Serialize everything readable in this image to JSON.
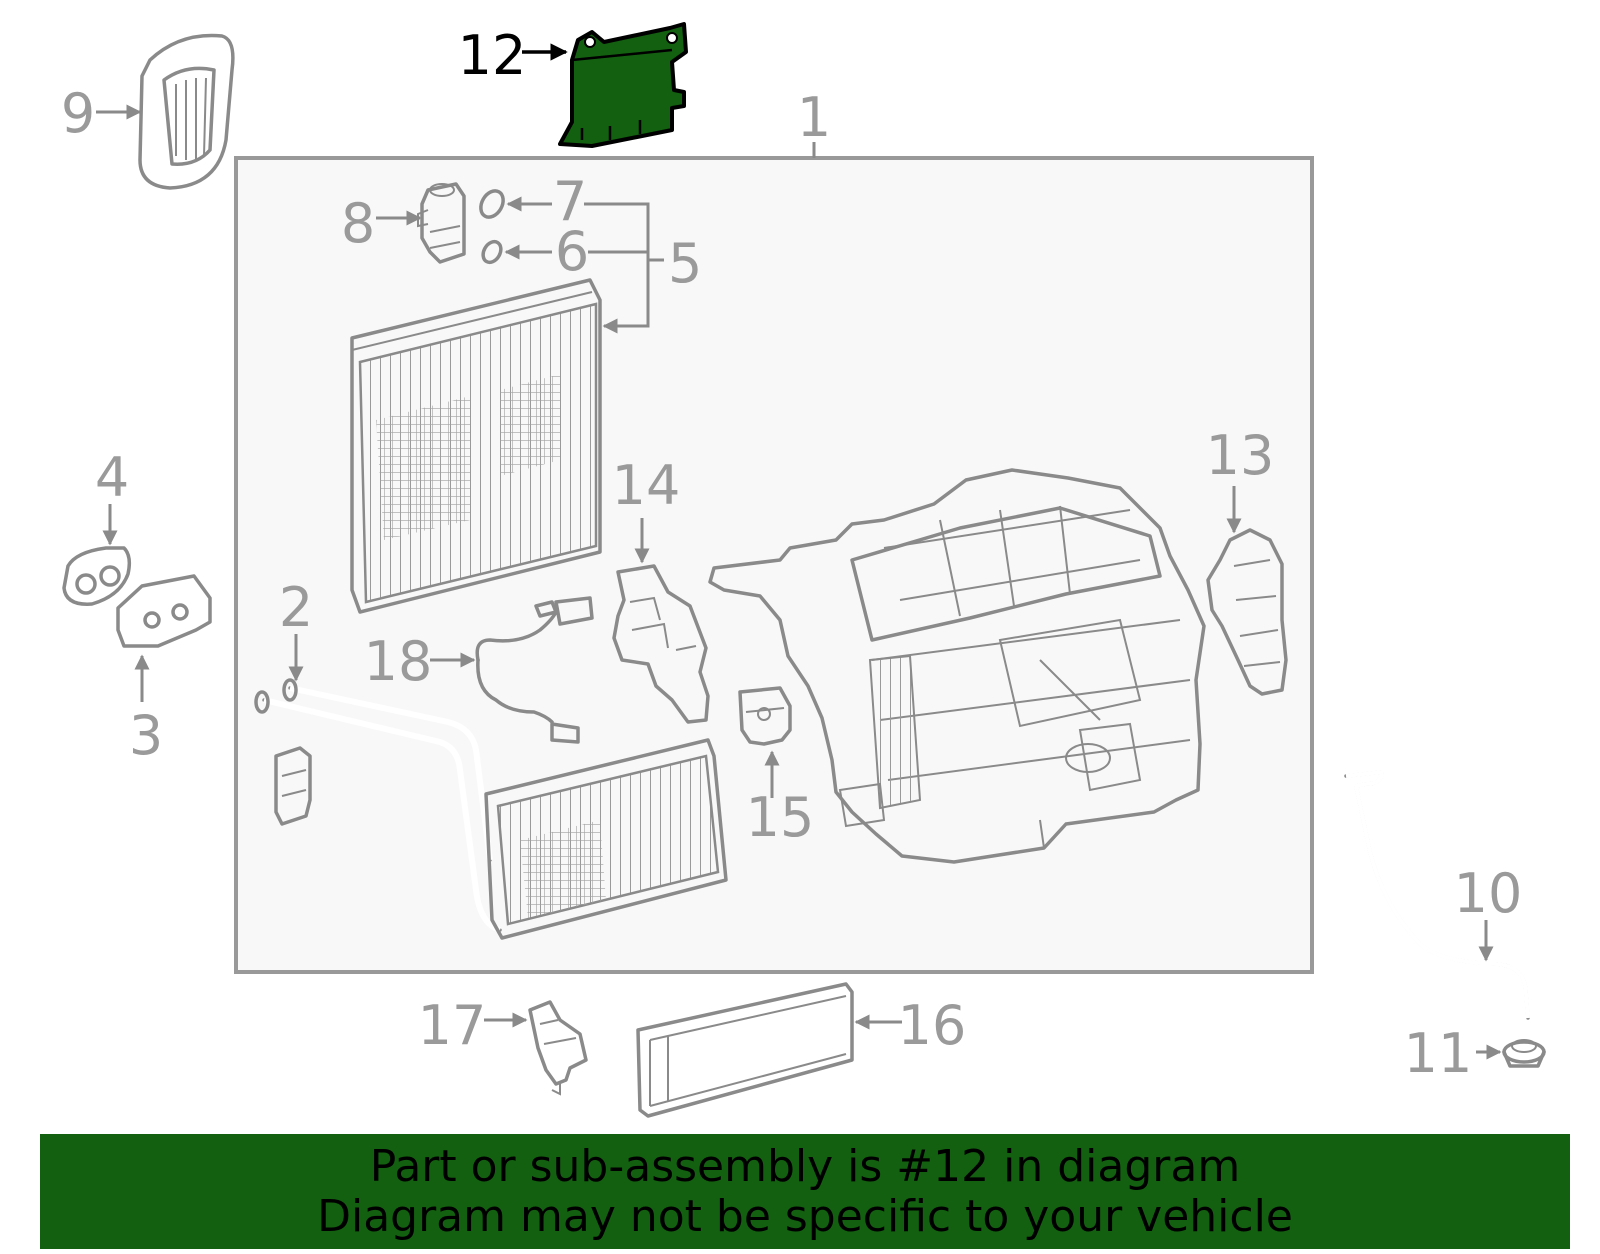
{
  "diagram": {
    "highlight_color": "#136010",
    "line_color": "#8a8a8a",
    "highlighted_part": "12",
    "callouts": [
      "1",
      "2",
      "3",
      "4",
      "5",
      "6",
      "7",
      "8",
      "9",
      "10",
      "11",
      "12",
      "13",
      "14",
      "15",
      "16",
      "17",
      "18"
    ]
  },
  "banner": {
    "line1": "Part or sub-assembly is #12 in diagram",
    "line2": "Diagram may not be specific to your vehicle"
  }
}
